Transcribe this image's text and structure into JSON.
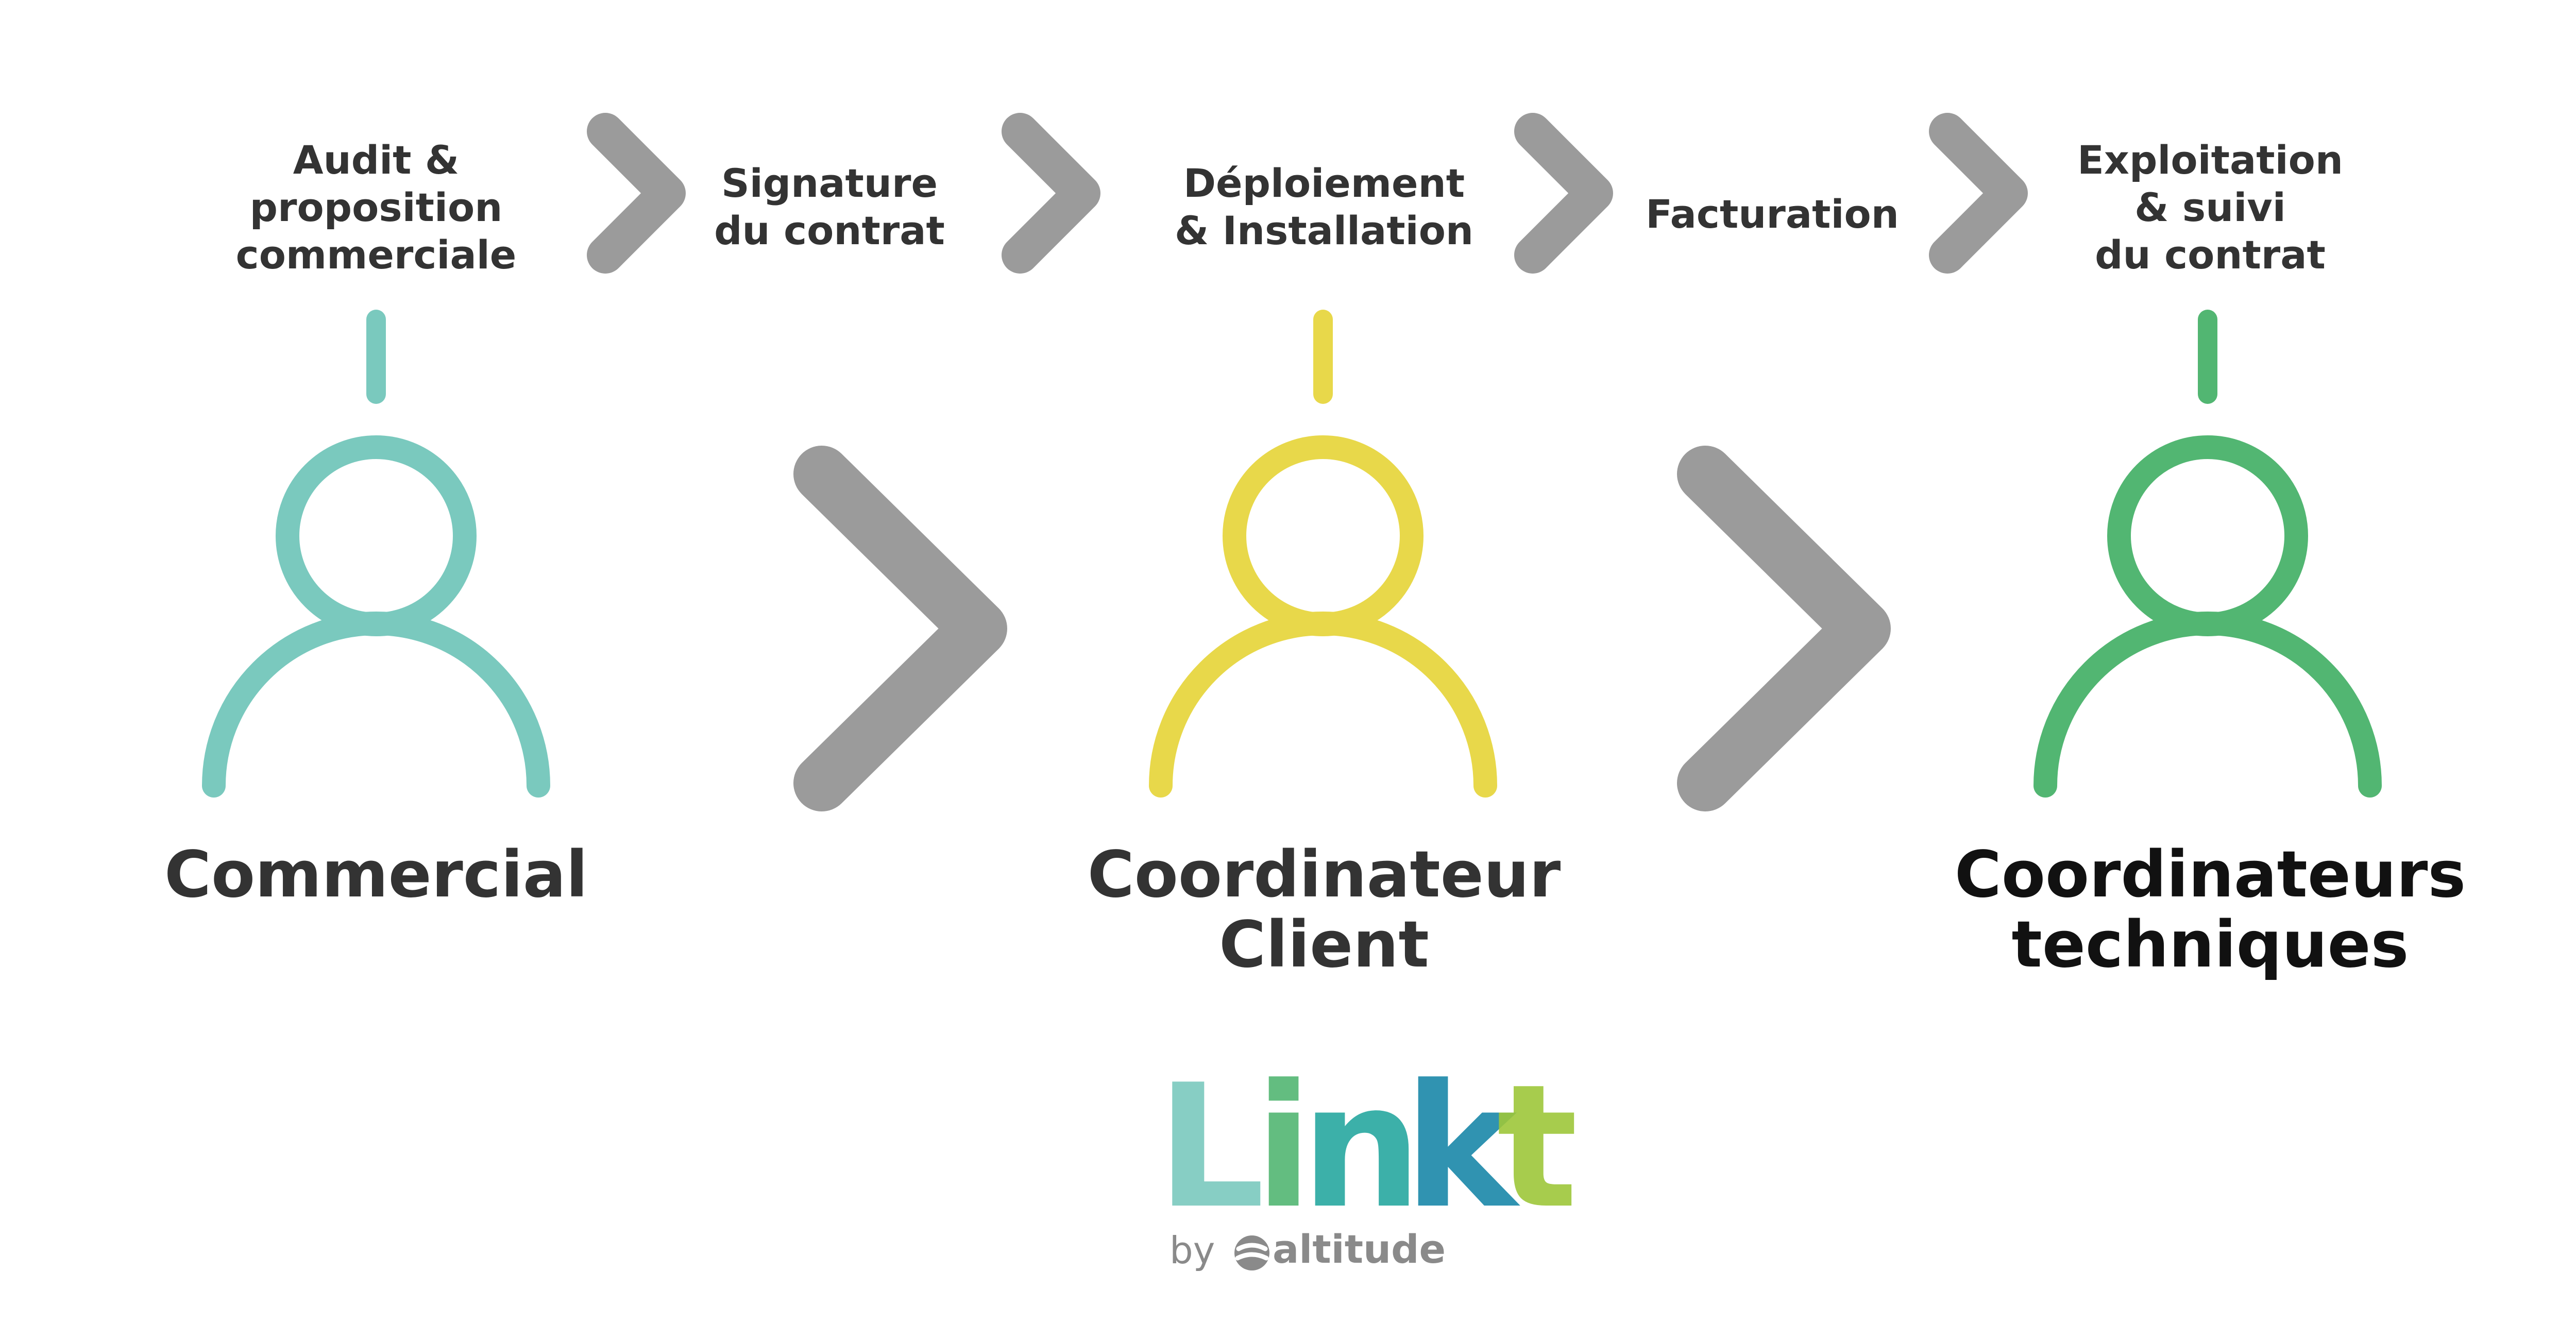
{
  "steps": [
    {
      "label": "Audit &\nproposition\ncommerciale"
    },
    {
      "label": "Signature\ndu contrat"
    },
    {
      "label": "Déploiement\n& Installation"
    },
    {
      "label": "Facturation"
    },
    {
      "label": "Exploitation\n& suivi\ndu contrat"
    }
  ],
  "roles": [
    {
      "label": "Commercial",
      "color": "#7AC9BE"
    },
    {
      "label": "Coordinateur\nClient",
      "color": "#E8D84A"
    },
    {
      "label": "Coordinateurs\ntechniques",
      "color": "#52B672"
    }
  ],
  "timeline": {
    "start_color": "#7AC9BE",
    "mid_color": "#E8D84A",
    "end_color": "#4DB56E"
  },
  "arrow_color": "#9B9B9B",
  "logo": {
    "letters": [
      {
        "char": "L",
        "color": "#7AC9BE"
      },
      {
        "char": "i",
        "color": "#52B672"
      },
      {
        "char": "n",
        "color": "#27A7A0"
      },
      {
        "char": "k",
        "color": "#1A87A8"
      },
      {
        "char": "t",
        "color": "#9DC73A"
      }
    ],
    "by": "by",
    "brand": "altitude",
    "brand_icon": "altitude-swirl-icon"
  }
}
